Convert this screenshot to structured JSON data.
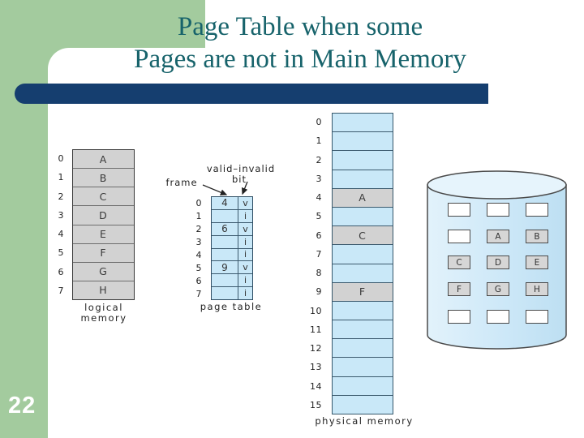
{
  "slide": {
    "title": {
      "line1": "Page Table when some",
      "line2": "Pages are not in Main Memory"
    },
    "page_number": "22"
  },
  "colors": {
    "accent_green": "#a3cb9e",
    "accent_navy": "#153e6f",
    "title_teal": "#17636b",
    "figure_blue": "#c9e8f8",
    "figure_gray": "#d2d2d2"
  },
  "figure": {
    "logical_memory": {
      "caption_line1": "logical",
      "caption_line2": "memory",
      "indices": [
        "0",
        "1",
        "2",
        "3",
        "4",
        "5",
        "6",
        "7"
      ],
      "values": [
        "A",
        "B",
        "C",
        "D",
        "E",
        "F",
        "G",
        "H"
      ]
    },
    "page_table": {
      "caption": "page table",
      "frame_label": "frame",
      "valid_invalid_label": "valid–invalid",
      "bit_label": "bit",
      "indices": [
        "0",
        "1",
        "2",
        "3",
        "4",
        "5",
        "6",
        "7"
      ],
      "frames": [
        "4",
        "",
        "6",
        "",
        "",
        "9",
        "",
        ""
      ],
      "bits": [
        "v",
        "i",
        "v",
        "i",
        "i",
        "v",
        "i",
        "i"
      ]
    },
    "physical_memory": {
      "caption": "physical memory",
      "indices": [
        "0",
        "1",
        "2",
        "3",
        "4",
        "5",
        "6",
        "7",
        "8",
        "9",
        "10",
        "11",
        "12",
        "13",
        "14",
        "15"
      ],
      "values": [
        "",
        "",
        "",
        "",
        "A",
        "",
        "C",
        "",
        "",
        "F",
        "",
        "",
        "",
        "",
        "",
        ""
      ]
    },
    "disk": {
      "cells": [
        "",
        "",
        "",
        "",
        "A",
        "B",
        "C",
        "D",
        "E",
        "F",
        "G",
        "H",
        "",
        "",
        ""
      ]
    }
  }
}
